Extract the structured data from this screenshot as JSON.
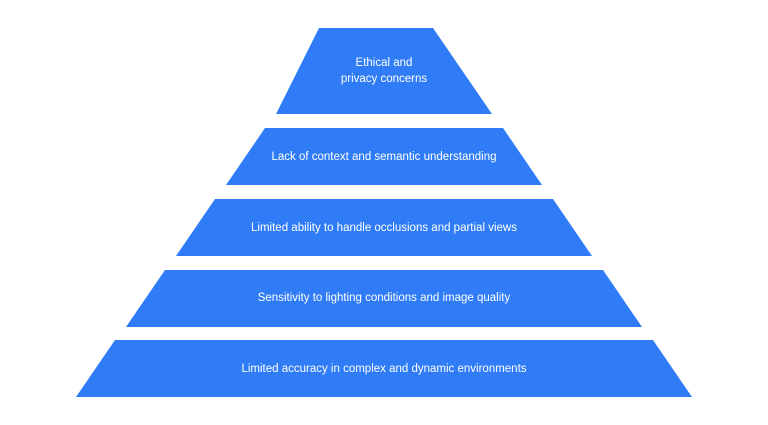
{
  "diagram": {
    "type": "pyramid",
    "fill_color": "#2f7cf6",
    "text_color": "#ffffff",
    "tiers": [
      {
        "lines": [
          "Ethical and",
          "privacy concerns"
        ]
      },
      {
        "lines": [
          "Lack of context and semantic understanding"
        ]
      },
      {
        "lines": [
          "Limited ability to handle occlusions and partial views"
        ]
      },
      {
        "lines": [
          "Sensitivity to lighting conditions and image quality"
        ]
      },
      {
        "lines": [
          "Limited accuracy in complex and dynamic environments"
        ]
      }
    ]
  }
}
